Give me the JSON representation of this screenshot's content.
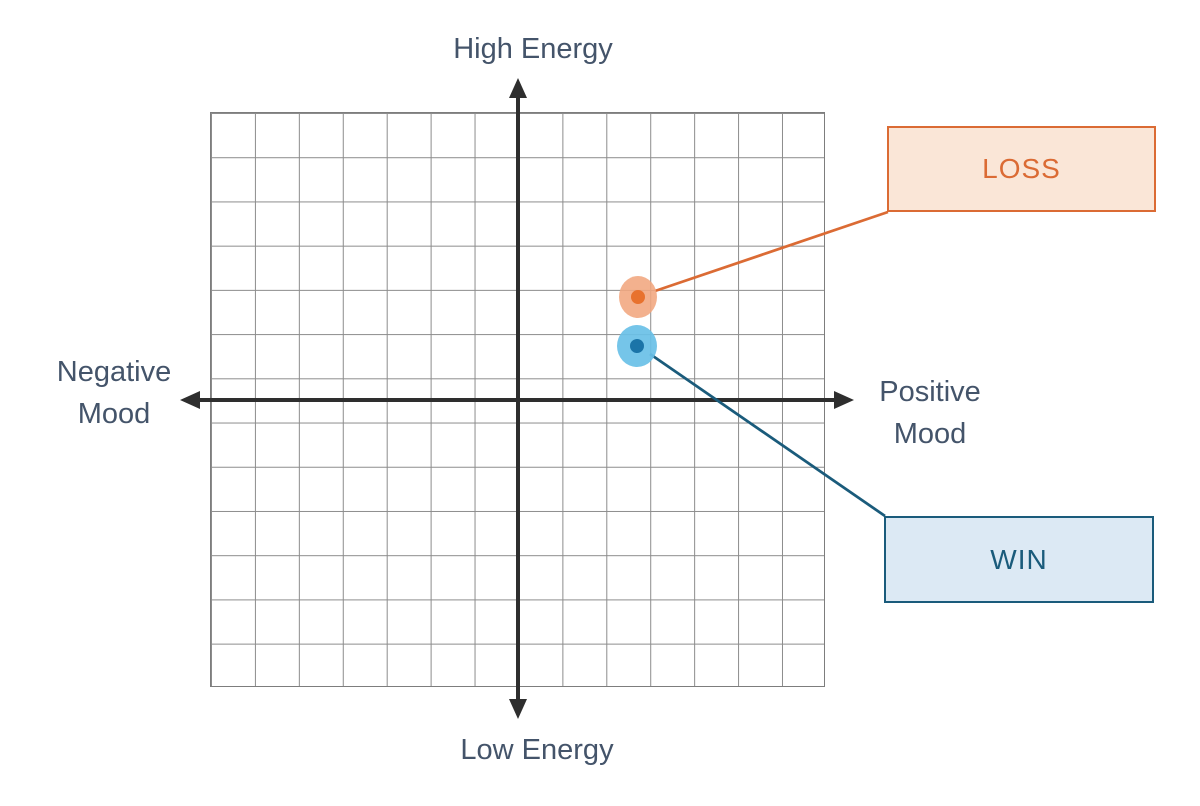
{
  "chart_data": {
    "type": "scatter",
    "title": "Mood vs Energy quadrant with WIN and LOSS states",
    "axes": {
      "x": {
        "negative_label": "Negative\nMood",
        "positive_label": "Positive\nMood",
        "range": [
          -7,
          7
        ],
        "grid_columns": 14
      },
      "y": {
        "positive_label": "High Energy",
        "negative_label": "Low Energy",
        "range": [
          -6.5,
          6.5
        ],
        "grid_rows": 13
      }
    },
    "grid": true,
    "legend_position": "callout-boxes-right",
    "points": [
      {
        "label": "LOSS",
        "x": 2.7,
        "y": 2.3,
        "quadrant": "positive-mood / high-energy",
        "color": "#E8722E"
      },
      {
        "label": "WIN",
        "x": 2.7,
        "y": 1.2,
        "quadrant": "positive-mood / high-energy",
        "color": "#1B74A8"
      }
    ]
  },
  "labels": {
    "high_energy": "High Energy",
    "low_energy": "Low Energy",
    "negative_mood": "Negative\nMood",
    "positive_mood": "Positive\nMood"
  },
  "callouts": {
    "loss": {
      "label": "LOSS"
    },
    "win": {
      "label": "WIN"
    }
  },
  "theme": {
    "text_color": "#44546A",
    "axis_color": "#2e2e2e",
    "grid_line": "#8c8c8c",
    "loss_accent": "#DB6B34",
    "loss_fill": "#FAE6D7",
    "loss_dot_outer": "#F1A67E",
    "loss_dot_inner": "#E8722E",
    "win_accent": "#1A5B7B",
    "win_fill": "#DCE9F4",
    "win_dot_outer": "#69C0E7",
    "win_dot_inner": "#1B74A8",
    "bg_color": "#ffffff"
  }
}
